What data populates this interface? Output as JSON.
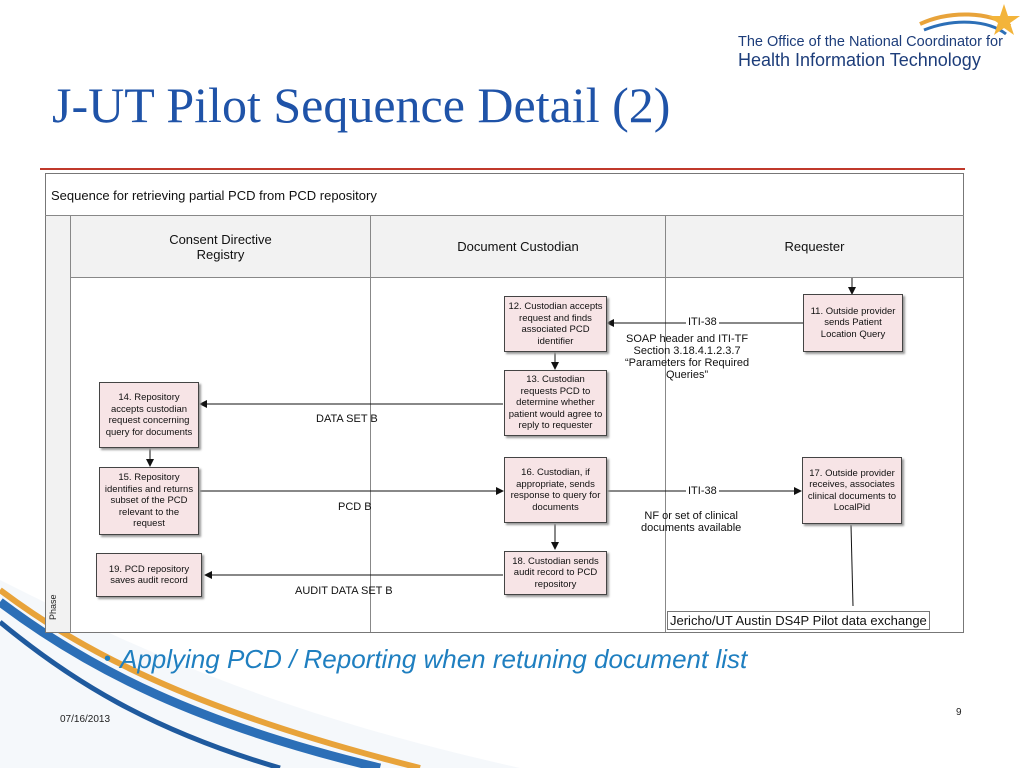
{
  "slide": {
    "title": "J-UT Pilot Sequence Detail (2)",
    "logo": {
      "line1": "The Office of the National Coordinator for",
      "line2": "Health Information Technology"
    },
    "bullet": "Applying PCD / Reporting when retuning document list",
    "date": "07/16/2013",
    "page_number": "9"
  },
  "diagram": {
    "title": "Sequence for retrieving partial PCD from PCD repository",
    "phase_label": "Phase",
    "lanes": [
      "Consent Directive\nRegistry",
      "Document Custodian",
      "Requester"
    ],
    "steps": {
      "s11": "11. Outside provider sends Patient Location Query",
      "s12": "12. Custodian accepts request and finds associated PCD identifier",
      "s13": "13. Custodian requests PCD to determine whether patient would agree to reply to requester",
      "s14": "14. Repository accepts custodian request concerning query for documents",
      "s15": "15. Repository identifies and returns subset of the PCD relevant to the request",
      "s16": "16. Custodian, if appropriate, sends response to query for documents",
      "s17": "17. Outside provider receives, associates clinical documents to LocalPid",
      "s18": "18. Custodian sends audit record to PCD repository",
      "s19": "19. PCD repository saves audit record"
    },
    "labels": {
      "iti38_top": "ITI-38",
      "soap_note": "SOAP header and ITI-TF\nSection 3.18.4.1.2.3.7\n“Parameters for Required\nQueries”",
      "data_set_b": "DATA SET B",
      "pcd_b": "PCD B",
      "iti38_bottom": "ITI-38",
      "nf_note": "NF or set of clinical\ndocuments available",
      "audit_data_set_b": "AUDIT DATA SET B"
    },
    "caption": "Jericho/UT Austin DS4P Pilot data exchange"
  },
  "colors": {
    "title_blue": "#1f53a8",
    "rule_red": "#c0392b",
    "box_fill": "#f7e4e6",
    "bullet_blue": "#1f7fc0"
  }
}
